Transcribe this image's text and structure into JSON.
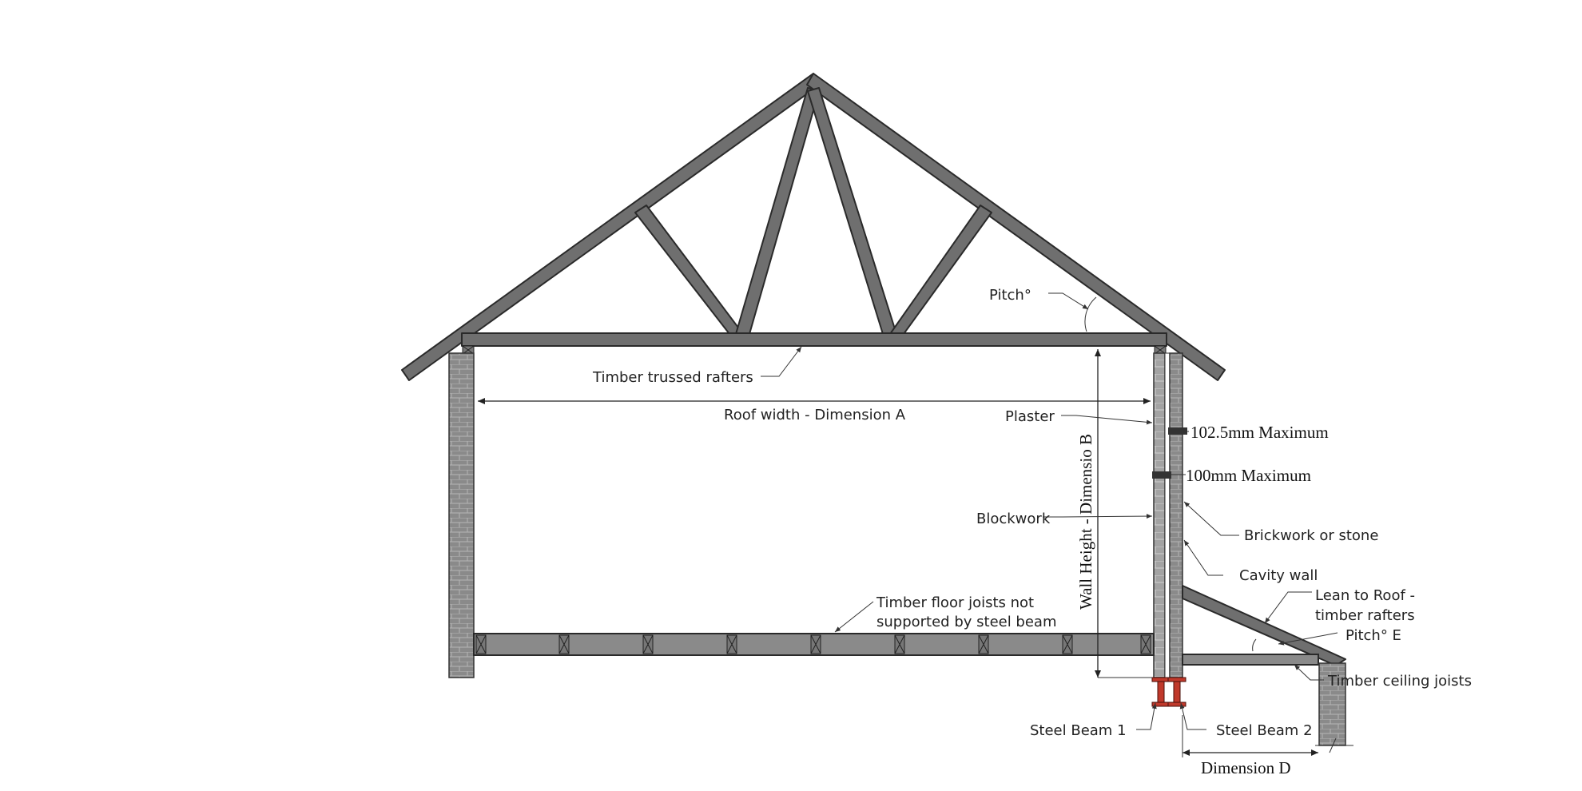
{
  "labels": {
    "pitch": "Pitch°",
    "timber_trussed_rafters": "Timber trussed rafters",
    "roof_width": "Roof width - Dimension A",
    "plaster": "Plaster",
    "wall_height": "Wall Height - Dimensio B",
    "max_102": "102.5mm Maximum",
    "max_100": "100mm Maximum",
    "blockwork": "Blockwork",
    "brickwork": "Brickwork or stone",
    "cavity_wall": "Cavity wall",
    "lean_to_line1": "Lean to Roof -",
    "lean_to_line2": "timber rafters",
    "pitch_e": "Pitch° E",
    "floor_joists_line1": "Timber floor joists not",
    "floor_joists_line2": "supported by steel beam",
    "ceiling_joists": "Timber ceiling joists",
    "steel_beam_1": "Steel Beam 1",
    "steel_beam_2": "Steel Beam 2",
    "dimension_d": "Dimension D"
  },
  "colors": {
    "timber": "#6f6f6f",
    "brick": "#8c8c8c",
    "steel_beam": "#c0392b"
  }
}
